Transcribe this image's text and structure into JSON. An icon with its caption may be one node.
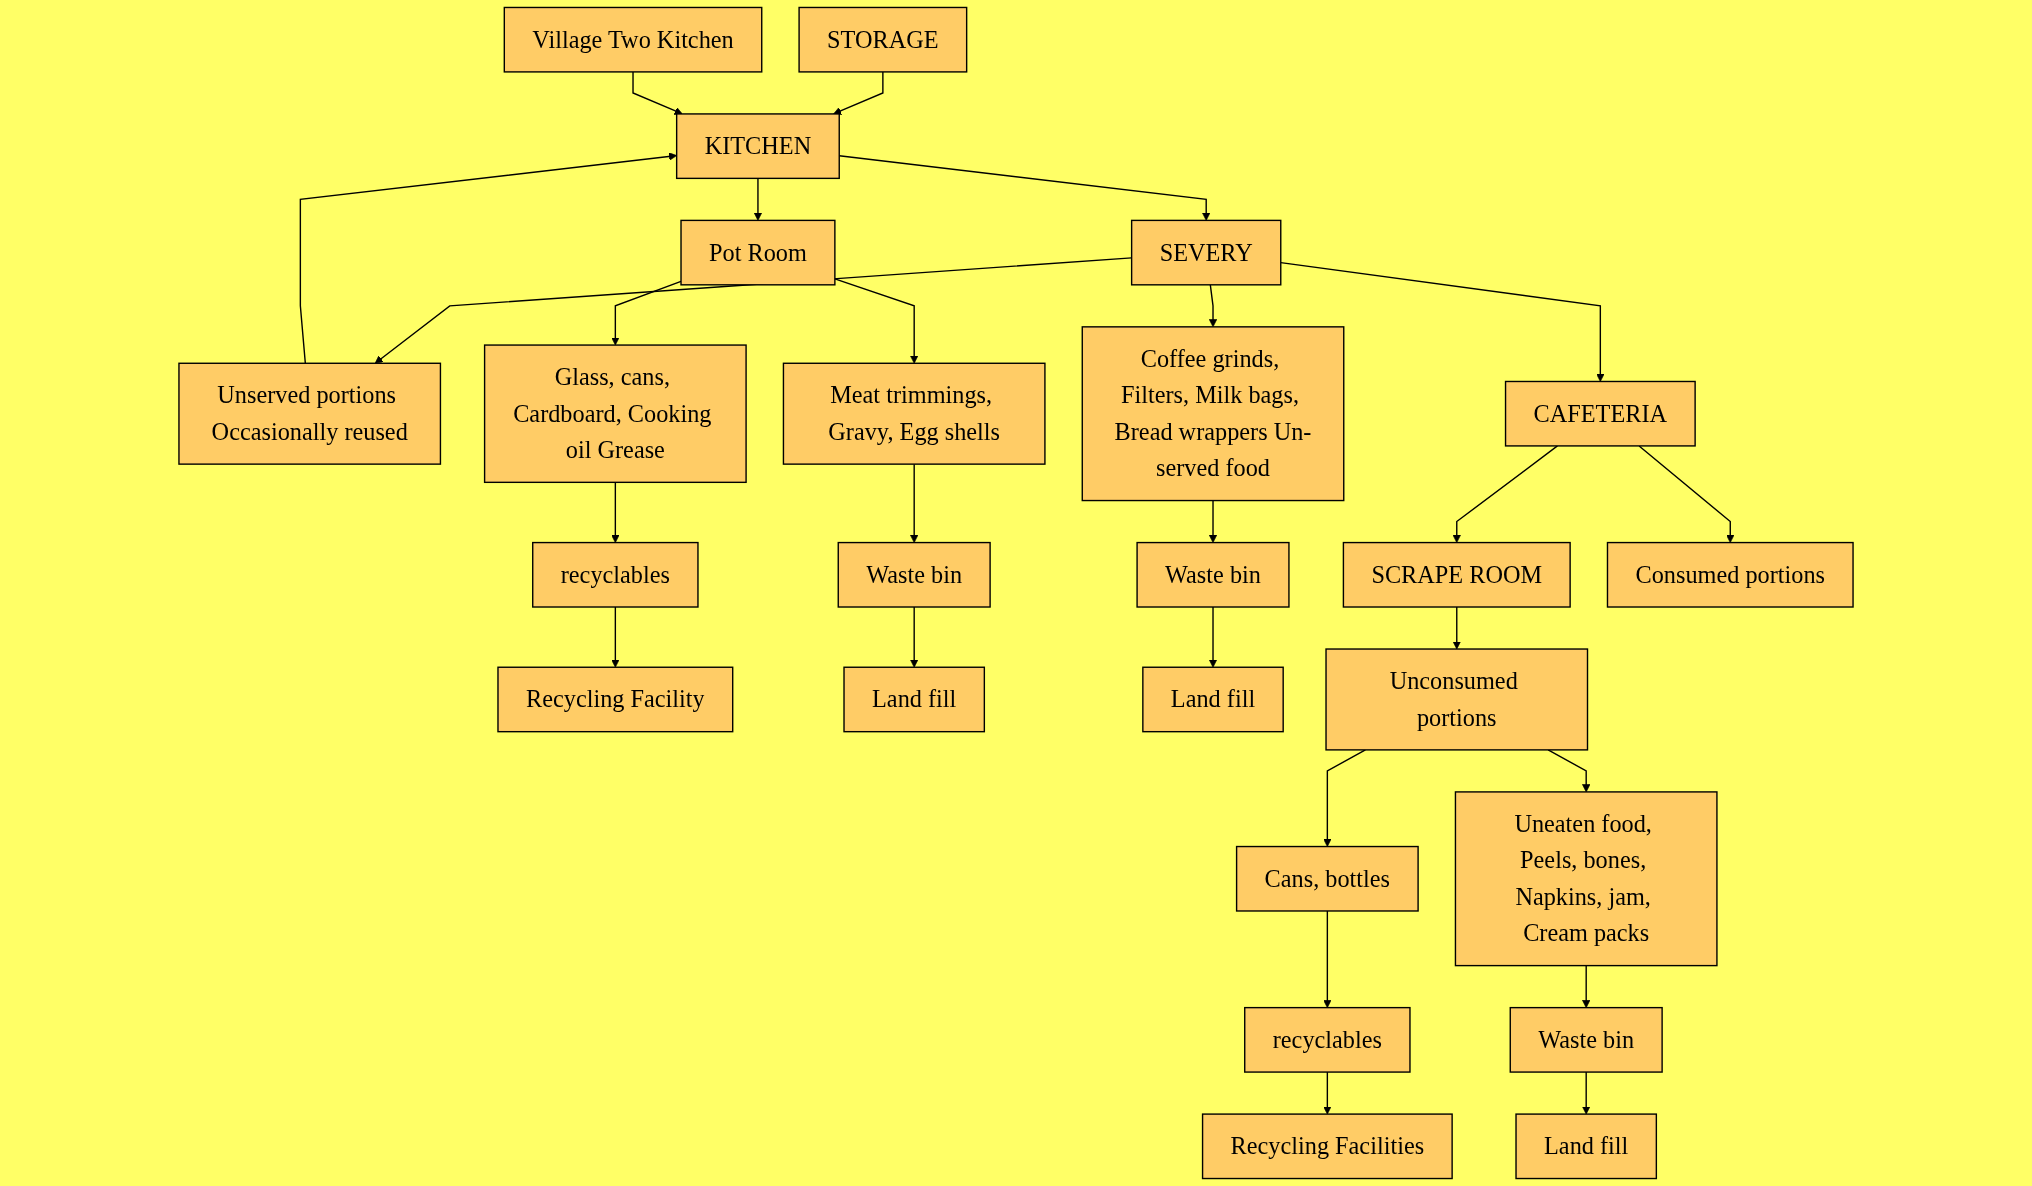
{
  "diagram": {
    "nodes": [
      {
        "text": [
          "STORAGE"
        ]
      },
      {
        "text": [
          "Village Two Kitchen"
        ]
      },
      {
        "text": [
          "KITCHEN"
        ]
      },
      {
        "text": [
          "Unserved portions Occasionally reused"
        ]
      },
      {
        "text": [
          "SEVERY"
        ]
      },
      {
        "text": [
          "CAFETERIA"
        ]
      },
      {
        "text": [
          "SCRAPE ROOM"
        ]
      },
      {
        "text": [
          "Pot Room"
        ]
      },
      {
        "text": [
          "Glass, cans, Cardboard, Cooking oil Grease"
        ]
      },
      {
        "text": [
          "Meat trimmings, Gravy, Egg shells"
        ]
      },
      {
        "text": [
          "recyclables"
        ]
      },
      {
        "text": [
          "Waste bin"
        ]
      },
      {
        "text": [
          "Recycling Facility"
        ]
      },
      {
        "text": [
          "Land fill"
        ]
      },
      {
        "text": [
          "Coffee grinds, Filters, Milk bags, Bread wrappers Un-served food"
        ]
      },
      {
        "text": [
          "Waste bin"
        ]
      },
      {
        "text": [
          "Land fill"
        ]
      },
      {
        "text": [
          "Consumed portions"
        ]
      },
      {
        "text": [
          "Unconsumed portions"
        ]
      },
      {
        "text": [
          "Cans, bottles"
        ]
      },
      {
        "text": [
          "Uneaten food, Peels, bones, Napkins, jam, Cream packs"
        ]
      },
      {
        "text": [
          "recyclables"
        ]
      },
      {
        "text": [
          "Recycling Facilities"
        ]
      },
      {
        "text": [
          "Waste bin"
        ]
      },
      {
        "text": [
          "Land fill"
        ]
      }
    ],
    "edges": [
      {
        "from": 0,
        "to": 2,
        "arrow": "to"
      },
      {
        "from": 1,
        "to": 2,
        "arrow": "to"
      },
      {
        "from": 2,
        "to": 4,
        "arrow": "to"
      },
      {
        "from": 4,
        "to": 3,
        "arrow": "to"
      },
      {
        "from": 3,
        "to": 2,
        "arrow": "to"
      },
      {
        "from": 4,
        "to": 5,
        "arrow": "to"
      },
      {
        "from": 5,
        "to": 6,
        "arrow": "to"
      },
      {
        "from": 2,
        "to": 7,
        "arrow": "to"
      },
      {
        "from": 7,
        "to": 8,
        "arrow": "to"
      },
      {
        "from": 7,
        "to": 9,
        "arrow": "to"
      },
      {
        "from": 8,
        "to": 10,
        "arrow": "to"
      },
      {
        "from": 10,
        "to": 12,
        "arrow": "to"
      },
      {
        "from": 9,
        "to": 11,
        "arrow": "to"
      },
      {
        "from": 11,
        "to": 13,
        "arrow": "to"
      },
      {
        "from": 4,
        "to": 14,
        "arrow": "to"
      },
      {
        "from": 14,
        "to": 15,
        "arrow": "to"
      },
      {
        "from": 15,
        "to": 16,
        "arrow": "to"
      },
      {
        "from": 5,
        "to": 17,
        "arrow": "to"
      },
      {
        "from": 6,
        "to": 18,
        "arrow": "to"
      },
      {
        "from": 18,
        "to": 19,
        "arrow": "to"
      },
      {
        "from": 18,
        "to": 20,
        "arrow": "to"
      },
      {
        "from": 19,
        "to": 21,
        "arrow": "to"
      },
      {
        "from": 21,
        "to": 22,
        "arrow": "to"
      },
      {
        "from": 20,
        "to": 23,
        "arrow": "to"
      },
      {
        "from": 23,
        "to": 24,
        "arrow": "to"
      }
    ]
  }
}
